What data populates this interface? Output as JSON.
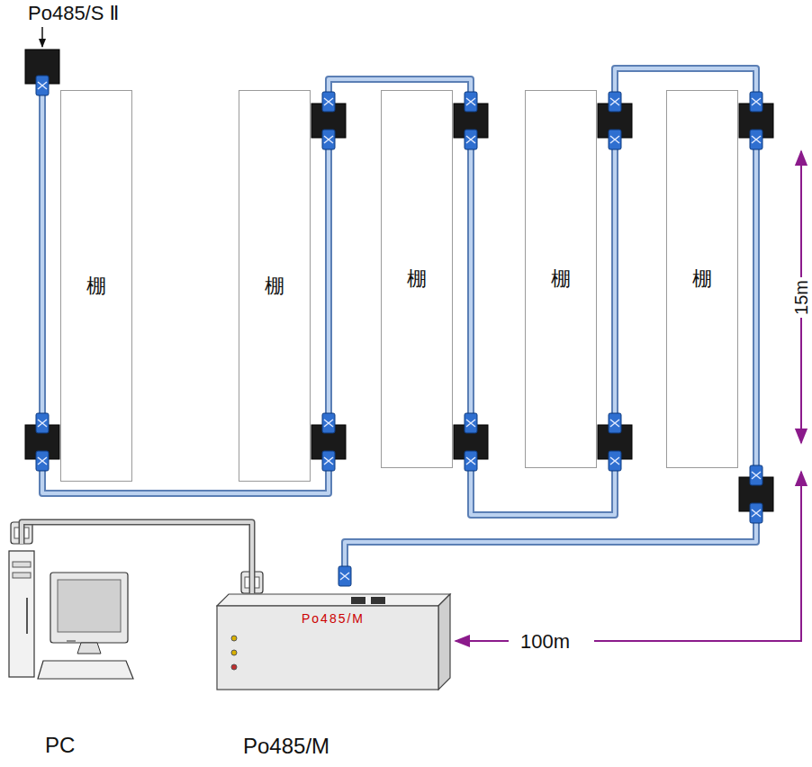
{
  "diagram": {
    "nodes": [
      {
        "text": [
          "棚"
        ]
      },
      {
        "text": [
          "棚"
        ]
      },
      {
        "text": [
          "棚"
        ]
      },
      {
        "text": [
          "棚"
        ]
      },
      {
        "text": [
          "棚"
        ]
      },
      {
        "text": [
          "PC"
        ]
      },
      {
        "text": [
          "Po485/M",
          "Po485/M"
        ]
      }
    ],
    "edges": [
      {
        "from": 5,
        "to": 6,
        "arrow": "none"
      }
    ],
    "labels": [
      "Po485/S Ⅱ",
      "15m",
      "100m"
    ]
  }
}
